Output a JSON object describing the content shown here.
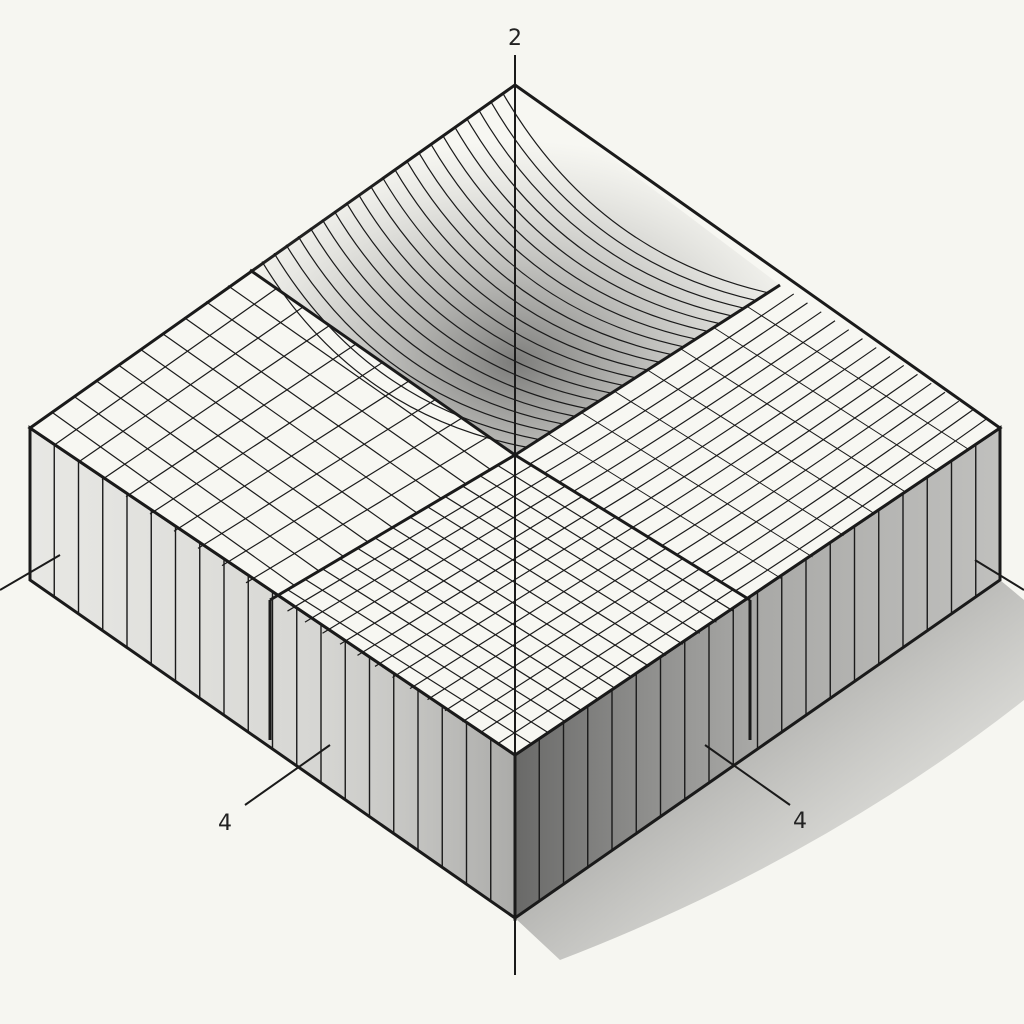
{
  "labels": {
    "top": "2",
    "left": "4",
    "right": "4"
  },
  "colors": {
    "paper": "#f6f6f1",
    "ink": "#1a1a1a",
    "shadow": "#555555"
  }
}
